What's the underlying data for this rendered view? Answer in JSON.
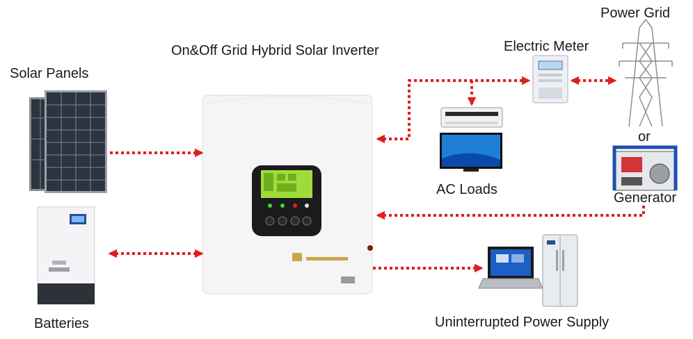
{
  "labels": {
    "inverter": "On&Off Grid Hybrid Solar Inverter",
    "solar_panels": "Solar Panels",
    "batteries": "Batteries",
    "electric_meter": "Electric Meter",
    "power_grid": "Power Grid",
    "or": "or",
    "ac_loads": "AC Loads",
    "generator": "Generator",
    "ups": "Uninterrupted Power Supply"
  },
  "colors": {
    "arrow": "#e01e1e",
    "inverter_body": "#f5f5f5",
    "lcd_screen": "#9fdc3a",
    "panel_cell": "#2b3440",
    "tv_screen": "#1d7fd6",
    "generator_frame": "#1f4fb0"
  },
  "icons": {
    "solar": "solar-panel-icon",
    "battery": "battery-cabinet-icon",
    "inverter": "hybrid-inverter-icon",
    "meter": "electric-meter-icon",
    "tower": "power-tower-icon",
    "generator": "generator-icon",
    "ac_unit": "air-conditioner-icon",
    "tv": "tv-icon",
    "laptop": "laptop-icon",
    "fridge": "refrigerator-icon"
  }
}
